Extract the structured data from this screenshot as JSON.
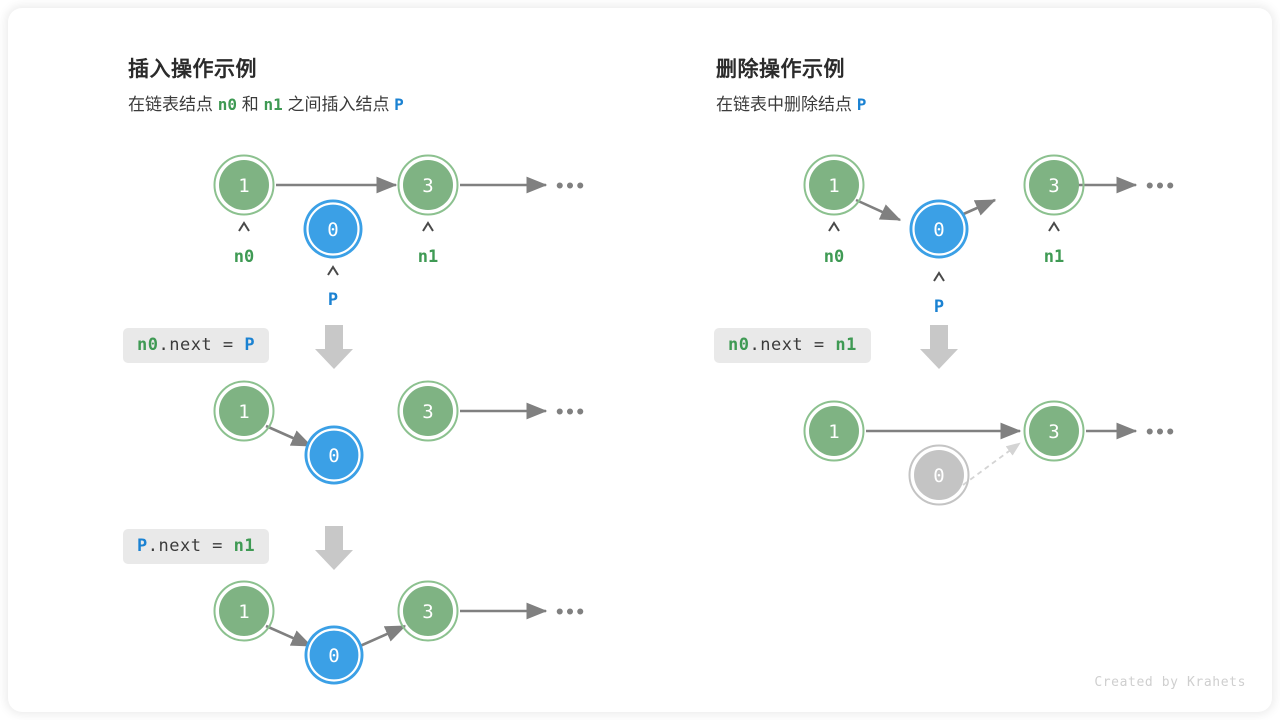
{
  "canvas": {
    "background": "#ffffff",
    "card_radius": 14,
    "watermark": "Created by Krahets"
  },
  "colors": {
    "green_fill": "#7fb383",
    "green_ring": "#8cc18f",
    "blue_fill": "#3ba0e6",
    "blue_ring": "#3ba0e6",
    "gray_fill": "#c4c4c4",
    "gray_ring": "#c4c4c4",
    "arrow": "#808080",
    "dashed_arrow": "#d4d4d4",
    "down_arrow": "#c8c8c8",
    "code_bg": "#e9e9e9",
    "label_green": "#3f9a54",
    "label_blue": "#1b82d2",
    "node_text": "#ffffff",
    "watermark": "#cfcfcf"
  },
  "panels": [
    {
      "id": "insert",
      "title": "插入操作示例",
      "subtitle_parts": [
        {
          "text": "在链表结点 ",
          "style": "plain"
        },
        {
          "text": "n0",
          "style": "green-mono"
        },
        {
          "text": " 和 ",
          "style": "plain"
        },
        {
          "text": "n1",
          "style": "green-mono"
        },
        {
          "text": " 之间插入结点 ",
          "style": "plain"
        },
        {
          "text": "P",
          "style": "blue-mono"
        }
      ],
      "steps": [
        {
          "id": "insert-step-0",
          "code": null,
          "nodes": [
            {
              "value": "1",
              "color": "green",
              "pointer": "n0",
              "pointer_color": "green"
            },
            {
              "value": "0",
              "color": "blue",
              "pointer": "P",
              "pointer_color": "blue"
            },
            {
              "value": "3",
              "color": "green",
              "pointer": "n1",
              "pointer_color": "green"
            }
          ],
          "ellipsis": "•••"
        },
        {
          "id": "insert-step-1",
          "code": {
            "parts": [
              {
                "text": "n0",
                "style": "green"
              },
              {
                "text": ".next = ",
                "style": "plain"
              },
              {
                "text": "P",
                "style": "blue"
              }
            ]
          },
          "nodes": [
            {
              "value": "1",
              "color": "green"
            },
            {
              "value": "0",
              "color": "blue"
            },
            {
              "value": "3",
              "color": "green"
            }
          ],
          "ellipsis": "•••"
        },
        {
          "id": "insert-step-2",
          "code": {
            "parts": [
              {
                "text": "P",
                "style": "blue"
              },
              {
                "text": ".next = ",
                "style": "plain"
              },
              {
                "text": "n1",
                "style": "green"
              }
            ]
          },
          "nodes": [
            {
              "value": "1",
              "color": "green"
            },
            {
              "value": "0",
              "color": "blue"
            },
            {
              "value": "3",
              "color": "green"
            }
          ],
          "ellipsis": "•••"
        }
      ]
    },
    {
      "id": "remove",
      "title": "删除操作示例",
      "subtitle_parts": [
        {
          "text": "在链表中删除结点 ",
          "style": "plain"
        },
        {
          "text": "P",
          "style": "blue-mono"
        }
      ],
      "steps": [
        {
          "id": "remove-step-0",
          "code": null,
          "nodes": [
            {
              "value": "1",
              "color": "green",
              "pointer": "n0",
              "pointer_color": "green"
            },
            {
              "value": "0",
              "color": "blue",
              "pointer": "P",
              "pointer_color": "blue"
            },
            {
              "value": "3",
              "color": "green",
              "pointer": "n1",
              "pointer_color": "green"
            }
          ],
          "ellipsis": "•••"
        },
        {
          "id": "remove-step-1",
          "code": {
            "parts": [
              {
                "text": "n0",
                "style": "green"
              },
              {
                "text": ".next = ",
                "style": "plain"
              },
              {
                "text": "n1",
                "style": "green"
              }
            ]
          },
          "nodes": [
            {
              "value": "1",
              "color": "green"
            },
            {
              "value": "0",
              "color": "gray"
            },
            {
              "value": "3",
              "color": "green"
            }
          ],
          "ellipsis": "•••"
        }
      ]
    }
  ],
  "diagram_labels": {
    "caret": "︿",
    "node_values": [
      "1",
      "0",
      "3"
    ],
    "pointer_names": [
      "n0",
      "P",
      "n1"
    ]
  }
}
